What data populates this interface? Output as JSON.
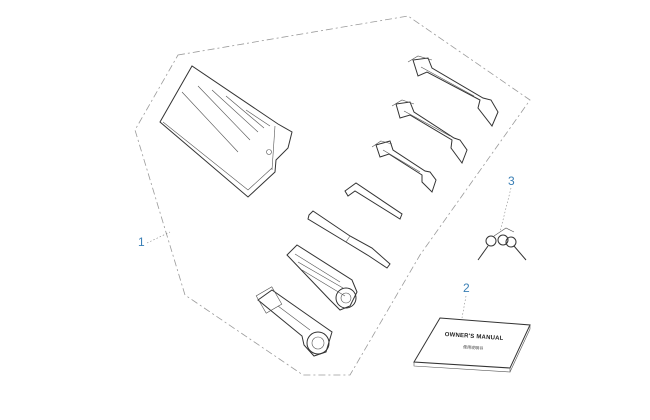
{
  "callouts": {
    "tool_kit": "1",
    "owners_manual": "2",
    "keys": "3"
  },
  "manual": {
    "title": "OWNER'S MANUAL",
    "subtitle": "使用说明书"
  },
  "colors": {
    "callout": "#3a7fb5",
    "line": "#333333",
    "boundary": "#9a9a9a"
  }
}
